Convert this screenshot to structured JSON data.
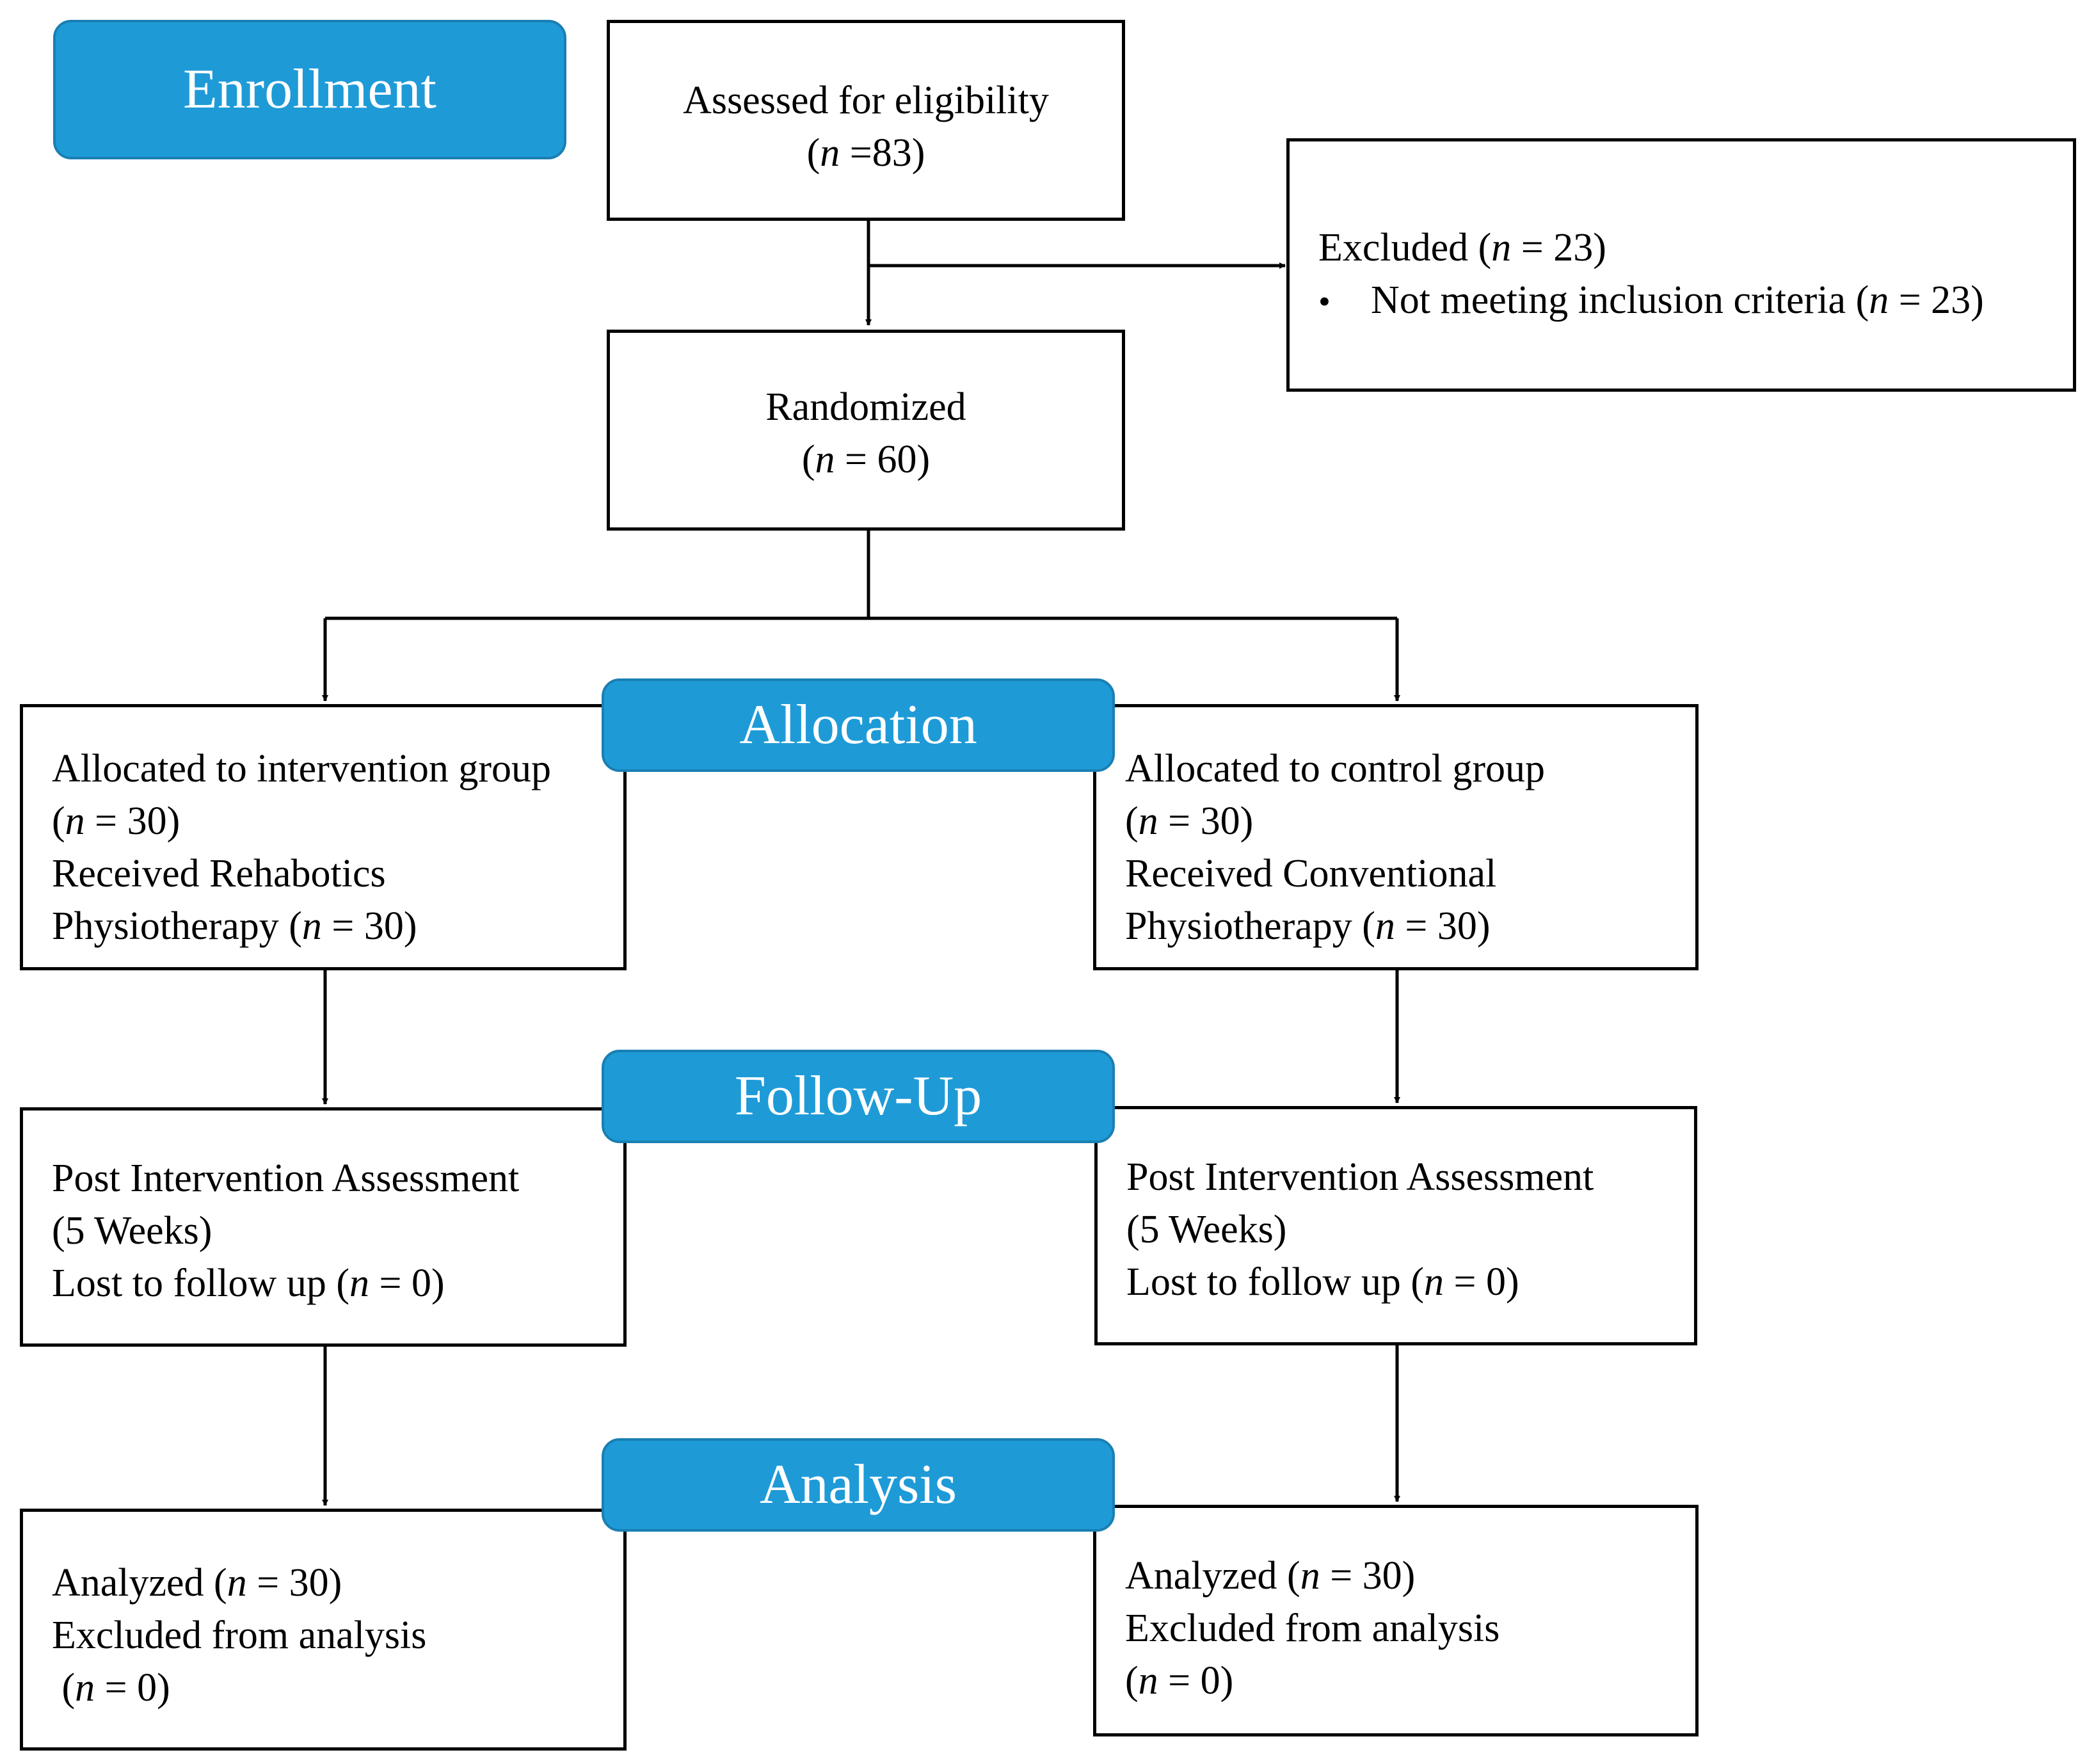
{
  "stages": {
    "enrollment": "Enrollment",
    "allocation": "Allocation",
    "follow_up": "Follow-Up",
    "analysis": "Analysis"
  },
  "assessed": {
    "label": "Assessed for eligibility",
    "count": {
      "pre": "(",
      "var": "n",
      "post": " =83)"
    }
  },
  "excluded": {
    "label": {
      "pre": "Excluded (",
      "var": "n",
      "post": " = 23)"
    },
    "bullet_symbol": "•",
    "reason": {
      "pre": "Not meeting inclusion criteria (",
      "var": "n",
      "post": " = 23)"
    }
  },
  "randomized": {
    "label": "Randomized",
    "count": {
      "pre": "(",
      "var": "n",
      "post": " = 60)"
    }
  },
  "intervention": {
    "allocation": {
      "title": "Allocated to intervention group",
      "count": {
        "pre": "(",
        "var": "n",
        "post": " = 30)"
      },
      "received": "Received Rehabotics",
      "received_count": {
        "pre": "Physiotherapy (",
        "var": "n",
        "post": " = 30)"
      }
    },
    "follow_up": {
      "title": "Post Intervention Assessment",
      "duration": "(5 Weeks)",
      "lost": {
        "pre": "Lost to follow up (",
        "var": "n",
        "post": " = 0)"
      }
    },
    "analysis": {
      "analyzed": {
        "pre": "Analyzed (",
        "var": "n",
        "post": " = 30)"
      },
      "excluded": "Excluded from analysis",
      "excluded_count": {
        "pre": " (",
        "var": "n",
        "post": " = 0)"
      }
    }
  },
  "control": {
    "allocation": {
      "title": "Allocated to control group",
      "count": {
        "pre": "(",
        "var": "n",
        "post": " = 30)"
      },
      "received": "Received Conventional",
      "received_count": {
        "pre": "Physiotherapy (",
        "var": "n",
        "post": " = 30)"
      }
    },
    "follow_up": {
      "title": "Post Intervention Assessment",
      "duration": "(5 Weeks)",
      "lost": {
        "pre": "Lost to follow up (",
        "var": "n",
        "post": " = 0)"
      }
    },
    "analysis": {
      "analyzed": {
        "pre": "Analyzed (",
        "var": "n",
        "post": " = 30)"
      },
      "excluded": "Excluded from analysis",
      "excluded_count": {
        "pre": "(",
        "var": "n",
        "post": " = 0)"
      }
    }
  },
  "colors": {
    "stage_fill": "#1e9bd7",
    "stage_border": "#1a7fb3",
    "box_border": "#000000",
    "line": "#000000"
  }
}
